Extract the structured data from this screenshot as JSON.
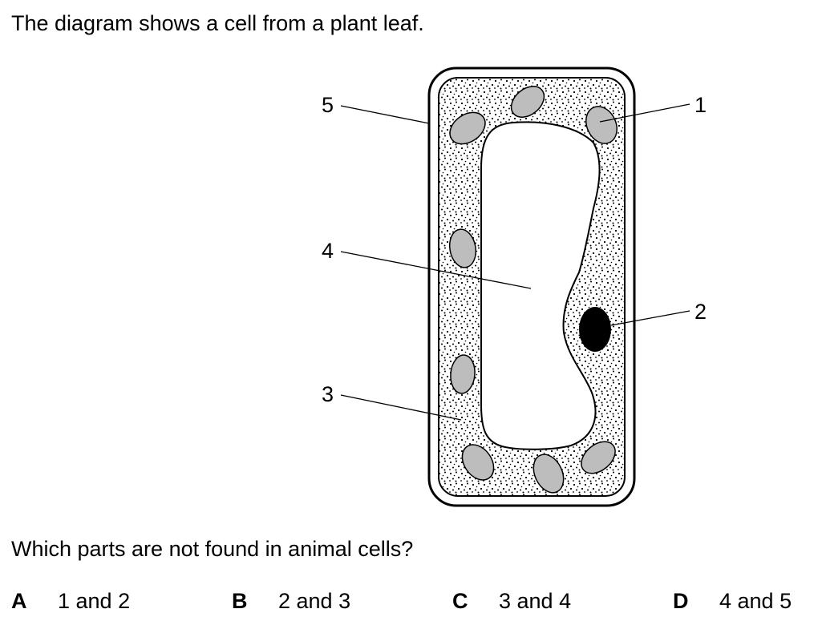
{
  "intro_text": "The diagram shows a cell from a plant leaf.",
  "diagram": {
    "labels": [
      "1",
      "2",
      "3",
      "4",
      "5"
    ],
    "colors": {
      "chloroplast_fill": "#bdbdbd",
      "nucleus_fill": "#000000",
      "cytoplasm_dots": "#000000",
      "outline": "#000000"
    }
  },
  "question_text": "Which parts are not found in animal cells?",
  "options": [
    {
      "letter": "A",
      "text": "1 and 2"
    },
    {
      "letter": "B",
      "text": "2 and 3"
    },
    {
      "letter": "C",
      "text": "3 and 4"
    },
    {
      "letter": "D",
      "text": "4 and 5"
    }
  ]
}
